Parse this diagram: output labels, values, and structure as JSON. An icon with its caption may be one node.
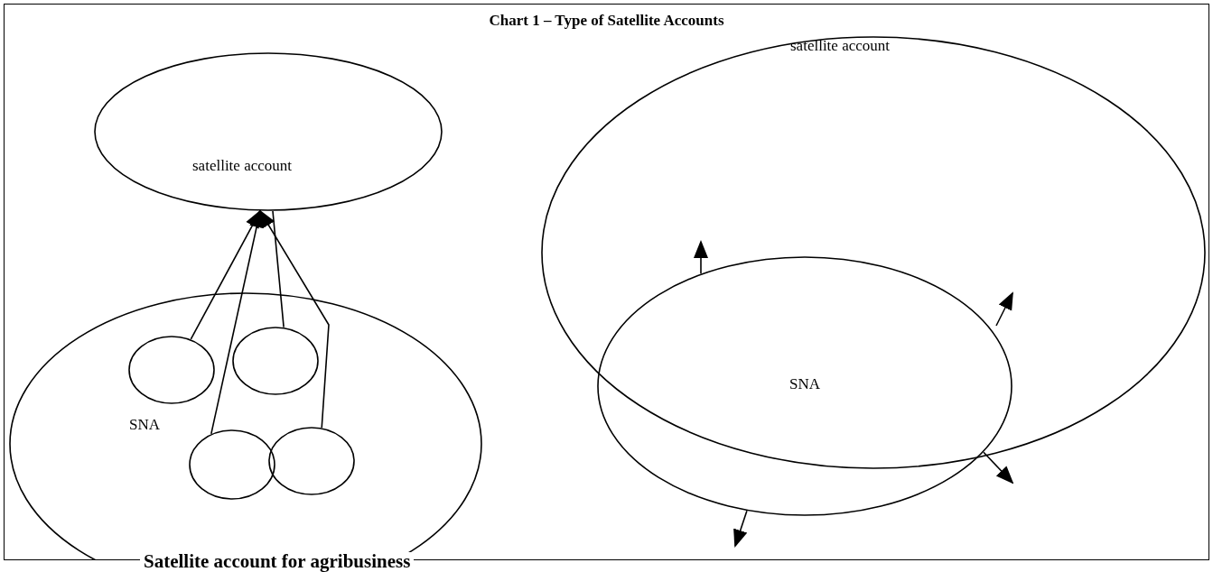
{
  "diagram": {
    "title": "Chart 1 – Type of Satellite Accounts",
    "caption": "Satellite account for agribusiness",
    "nodes": [
      {
        "text": [
          "satellite account"
        ]
      },
      {
        "text": [
          "SNA"
        ]
      },
      {
        "text": [],
        "shape": "circle",
        "in": 1
      },
      {
        "text": [],
        "shape": "circle",
        "in": 1
      },
      {
        "text": [],
        "shape": "circle",
        "in": 1
      },
      {
        "text": [],
        "shape": "circle",
        "in": 1
      },
      {
        "text": [
          "satellite account"
        ]
      },
      {
        "text": [
          "SNA"
        ]
      }
    ],
    "edges": [
      {
        "from": 2,
        "to": 0,
        "arrow": "to"
      },
      {
        "from": 3,
        "to": 0,
        "arrow": "none"
      },
      {
        "from": 4,
        "to": 0,
        "arrow": "to"
      },
      {
        "from": 5,
        "to": 0,
        "arrow": "to"
      },
      {
        "from": 7,
        "to": 6,
        "arrow": "to"
      },
      {
        "from": 7,
        "to": 6,
        "arrow": "to"
      },
      {
        "from": 7,
        "to": null,
        "arrow": "to"
      },
      {
        "from": 7,
        "to": null,
        "arrow": "to"
      }
    ]
  }
}
